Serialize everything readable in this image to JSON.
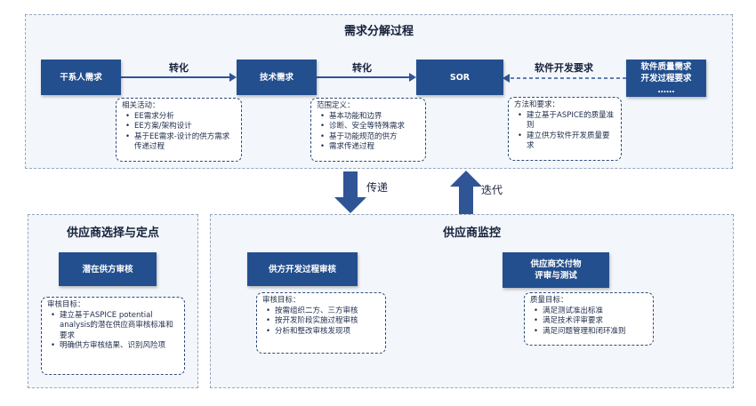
{
  "top_panel": {
    "title": "需求分解过程",
    "boxes": {
      "stakeholder": "干系人需求",
      "technical": "技术需求",
      "sor": "SOR",
      "quality": [
        "软件质量需求",
        "开发过程要求",
        "……"
      ]
    },
    "arrows": {
      "convert_1": "转化",
      "convert_2": "转化",
      "software_dev_req": "软件开发要求"
    },
    "notes": {
      "related": {
        "title": "相关活动：",
        "items": [
          "EE需求分析",
          "EE方案/架构设计",
          "基于EE需求-设计的供方需求传递过程"
        ]
      },
      "scope": {
        "title": "范围定义：",
        "items": [
          "基本功能和边界",
          "诊断、安全等特殊需求",
          "基于功能规范的供方",
          "需求传递过程"
        ]
      },
      "method": {
        "title": "方法和要求：",
        "items": [
          "建立基于ASPICE的质量准则",
          "建立供方软件开发质量要求"
        ]
      }
    }
  },
  "flow_arrows": {
    "down_label": "传递",
    "up_label": "迭代"
  },
  "left_panel": {
    "title": "供应商选择与定点",
    "box": "潜在供方审核",
    "note": {
      "title": "审核目标：",
      "items": [
        "建立基于ASPICE potential analysis的潜在供应商审核标准和要求",
        "明确供方审核结果、识别风险项"
      ]
    }
  },
  "right_panel": {
    "title": "供应商监控",
    "box_dev": "供方开发过程审核",
    "box_delivery": [
      "供应商交付物",
      "评审与测试"
    ],
    "note_audit": {
      "title": "审核目标：",
      "items": [
        "按需组织二方、三方审核",
        "按开发阶段实施过程审核",
        "分析和整改审核发现项"
      ]
    },
    "note_quality": {
      "title": "质量目标：",
      "items": [
        "满足测试准出标准",
        "满足技术评审要求",
        "满足问题管理和闭环准则"
      ]
    }
  },
  "colors": {
    "box_fill": "#234f8e",
    "arrow_fill": "#2f5596",
    "panel_bg": "#f3f6fb"
  }
}
